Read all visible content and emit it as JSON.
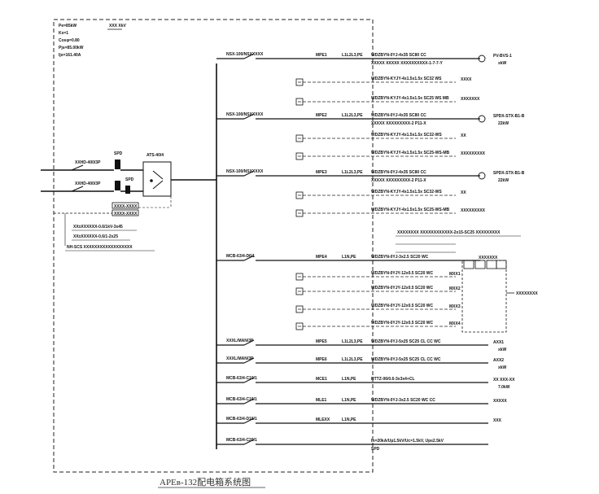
{
  "caption": "APEв-132配电箱系统图",
  "parameters": [
    "Pe=85kW",
    "Kx=1",
    "Cosφ=0.80",
    "Pjs=85.00kW",
    "Ijs=161.40A"
  ],
  "incoming": {
    "panel_tag": "XXX\nXkV",
    "breaker1": "XXHD-400/3P",
    "breaker2": "XXHD-400/3P",
    "spd_label": "SPD",
    "spd2_label": "SPD",
    "ats_label": "ATS-40/4",
    "boxes": [
      "XXXX-XXXX",
      "XXXX-XXXX"
    ],
    "cables": [
      "XX±XXXXXX-0.6/1kV-3x45",
      "XX±XXXXXX-0.6/1-2x25",
      "NH-SCS XXXXXXXXXXXXXXXXXX"
    ]
  },
  "circuits": [
    {
      "breaker": "NSX-100/NSXXXXX",
      "code": "MPE1",
      "phase": "L1L2L3,PE",
      "cable": "WDZBYN-0YJ-4x35 SC80 CC",
      "note": "XXXXX XXXXX XXXXXXXXXX-1-7-7-Y",
      "load": "PV-BVS-1",
      "kw": "xkW"
    },
    {
      "breaker": "",
      "code": "",
      "phase": "",
      "cable": "WDZBYN-KYJY-4x1.5x1.5x SC32 WS",
      "note": "",
      "load": "XXXX",
      "kw": ""
    },
    {
      "breaker": "",
      "code": "",
      "phase": "",
      "cable": "WDZBYN-KYJY-4x1.5x1.5x SC25 WS MB",
      "note": "",
      "load": "XXXXXXX",
      "kw": ""
    },
    {
      "breaker": "NSX-100/NSXXXXX",
      "code": "MPE2",
      "phase": "L1L2L3,PE",
      "cable": "WDZBYN-0YJ-4x35 SC80 CC",
      "note": "XXXXX XXXXXXXXX-2 P11-X",
      "load": "SPDX-STX-B1-B",
      "kw": "22kW"
    },
    {
      "breaker": "",
      "code": "",
      "phase": "",
      "cable": "WDZBYN-KYJY-4x1.5x1.5x SC32-WS",
      "note": "",
      "load": "XX",
      "kw": ""
    },
    {
      "breaker": "",
      "code": "",
      "phase": "",
      "cable": "WDZBYN-KYJY-4x1.5x1.5x SC25-WS-MB",
      "note": "",
      "load": "XXXXXXXXX",
      "kw": ""
    },
    {
      "breaker": "NSX-100/NSXXXXX",
      "code": "MPE3",
      "phase": "L1L2L3,PE",
      "cable": "WDZBYN-0YJ-4x35 SC80 CC",
      "note": "XXXXX XXXXXXXXX-2 P11-X",
      "load": "SPDX-STX-B1-B",
      "kw": "22kW"
    },
    {
      "breaker": "",
      "code": "",
      "phase": "",
      "cable": "WDZBYN-KYJY-4x1.5x1.5x SC32-WS",
      "note": "",
      "load": "XX",
      "kw": ""
    },
    {
      "breaker": "",
      "code": "",
      "phase": "",
      "cable": "WDZBYN-KYJY-4x1.5x1.5x SC25-WS-MB",
      "note": "",
      "load": "XXXXXXXXX",
      "kw": ""
    },
    {
      "breaker": "MCB-63/4-D6/1",
      "code": "MPE4",
      "phase": "L1N,PE",
      "cable": "WDZBYN-0YJ-3x2.5 SC20 WC",
      "note": "",
      "load": "XXXXXXX",
      "kw": ""
    },
    {
      "breaker": "",
      "code": "",
      "phase": "",
      "cable": "WDZBYN-0YJY-12x0.5 SC20 WC",
      "note": "",
      "load": "MXX1",
      "kw": ""
    },
    {
      "breaker": "",
      "code": "",
      "phase": "",
      "cable": "WDZBYN-0YJY-12x0.5 SC20 WC",
      "note": "",
      "load": "MXX2",
      "kw": ""
    },
    {
      "breaker": "",
      "code": "",
      "phase": "",
      "cable": "WDZBYN-0YJY-12x0.5 SC20 WC",
      "note": "",
      "load": "MXX3",
      "kw": ""
    },
    {
      "breaker": "",
      "code": "",
      "phase": "",
      "cable": "WDZBYN-0YJY-12x0.5 SC20 WC",
      "note": "",
      "load": "MXX4",
      "kw": ""
    },
    {
      "breaker": "XXXL/MAN/3P",
      "code": "MPE5",
      "phase": "L1L2L3,PE",
      "cable": "WDZBYN-0YJ-5x25 SC25 CL CC WC",
      "note": "",
      "load": "AXX1",
      "kw": "xkW"
    },
    {
      "breaker": "XXXL/MAN/3P",
      "code": "MPE6",
      "phase": "L1L2L3,PE",
      "cable": "WDZBYN-0YJ-5x25 SC25 CL CC WC",
      "note": "",
      "load": "AXX2",
      "kw": "xkW"
    },
    {
      "breaker": "MCB-63/4-C10/1",
      "code": "MCE1",
      "phase": "L1N,PE",
      "cable": "RTTZ-06/0.6-3x3x4+CL",
      "note": "",
      "load": "XX XXX-XX",
      "kw": "7.0kW"
    },
    {
      "breaker": "MCB-63/4-C16/1",
      "code": "MLE1",
      "phase": "L1N,PE",
      "cable": "WDZBYN-0YJ-3x2.5 SC20 WC CC",
      "note": "",
      "load": "XXXXX",
      "kw": ""
    },
    {
      "breaker": "MCB-63/4-D16/1",
      "code": "MLEXX",
      "phase": "L1N,PE",
      "cable": "",
      "note": "",
      "load": "XXX",
      "kw": ""
    },
    {
      "breaker": "MCB-63/4-C20/1",
      "code": "",
      "phase": "",
      "cable": "In=20kA/Up1.5kV/Uc=1.5kV, Up≤2.5kV",
      "note": "SPD",
      "load": "",
      "kw": ""
    }
  ],
  "right_label": "XXXXXXXX",
  "top_right_tag": "XXXXXXXX XXXXXXXXXXXX-2x15-SC25 XXXXXXXXX",
  "colors": {
    "line": "#111111",
    "dashed": "#222222",
    "caption": "#333333"
  }
}
